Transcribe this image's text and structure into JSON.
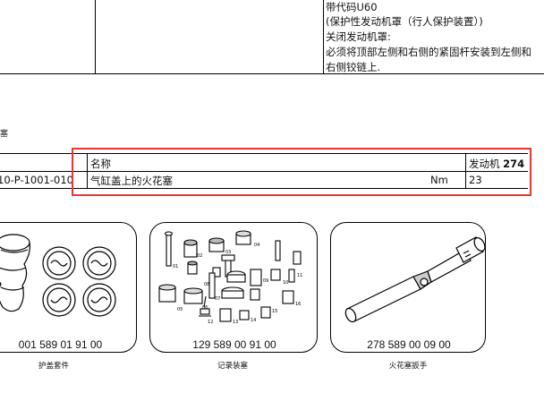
{
  "notes": {
    "line1": "带代码U60",
    "line2": "(保护性发动机罩（行人保护装置）)",
    "line3": "关闭发动机罩:",
    "line4": "必须将顶部左侧和右侧的紧固杆安装到左侧和",
    "line5": "右侧铰链上."
  },
  "caption_left": "花塞",
  "torque_table": {
    "header_name": "名称",
    "header_engine_prefix": "发动机",
    "header_engine_number": "274",
    "row_id": "10-P-1001-010",
    "row_name": "气缸盖上的火花塞",
    "row_unit": "Nm",
    "row_value": "23"
  },
  "tools": [
    {
      "part_number": "001 589 01 91 00",
      "name": "护盖套件"
    },
    {
      "part_number": "129 589 00 91 00",
      "name": "记录装塞"
    },
    {
      "part_number": "278 589 00 09 00",
      "name": "火花塞扳手"
    }
  ],
  "highlight_color": "#e53935"
}
